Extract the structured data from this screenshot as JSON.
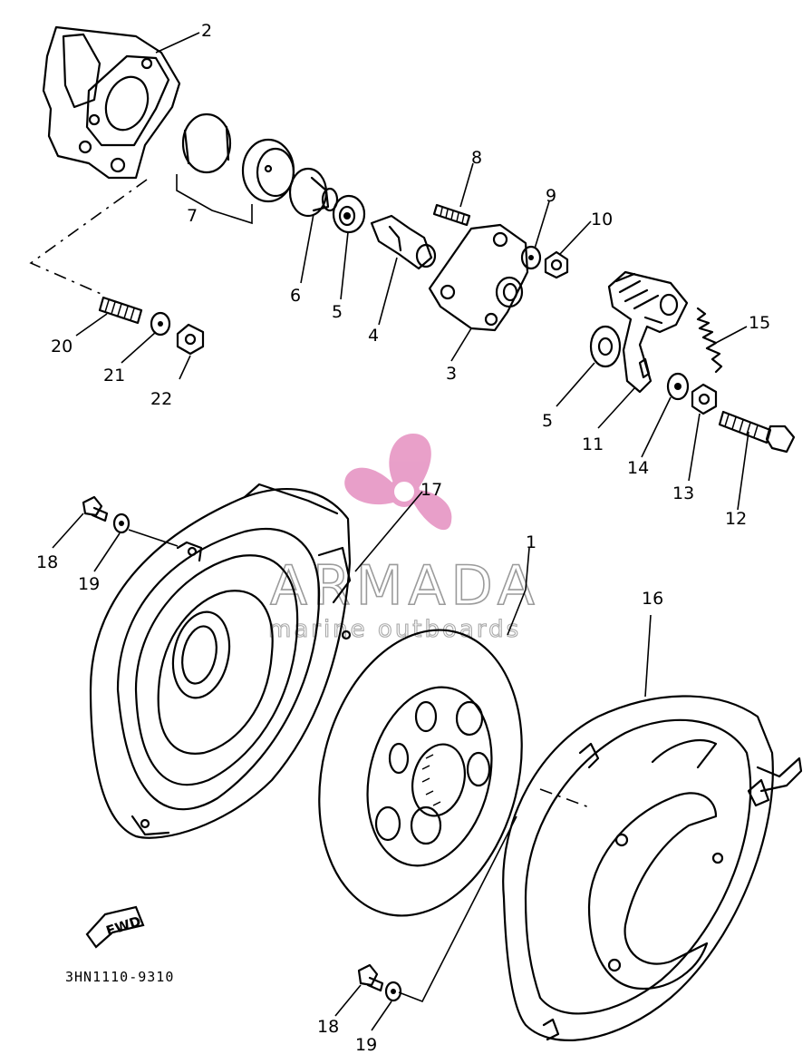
{
  "diagram": {
    "callouts": [
      "1",
      "2",
      "3",
      "4",
      "5",
      "5",
      "6",
      "7",
      "8",
      "9",
      "10",
      "11",
      "12",
      "13",
      "14",
      "15",
      "16",
      "17",
      "18",
      "18",
      "19",
      "19",
      "20",
      "21",
      "22"
    ],
    "drawing_code": "3HN1110-9310",
    "fwd_label": "FWD"
  },
  "watermark": {
    "brand": "ARMADA",
    "tagline": "marine outboards",
    "color": "#e58fc0"
  }
}
